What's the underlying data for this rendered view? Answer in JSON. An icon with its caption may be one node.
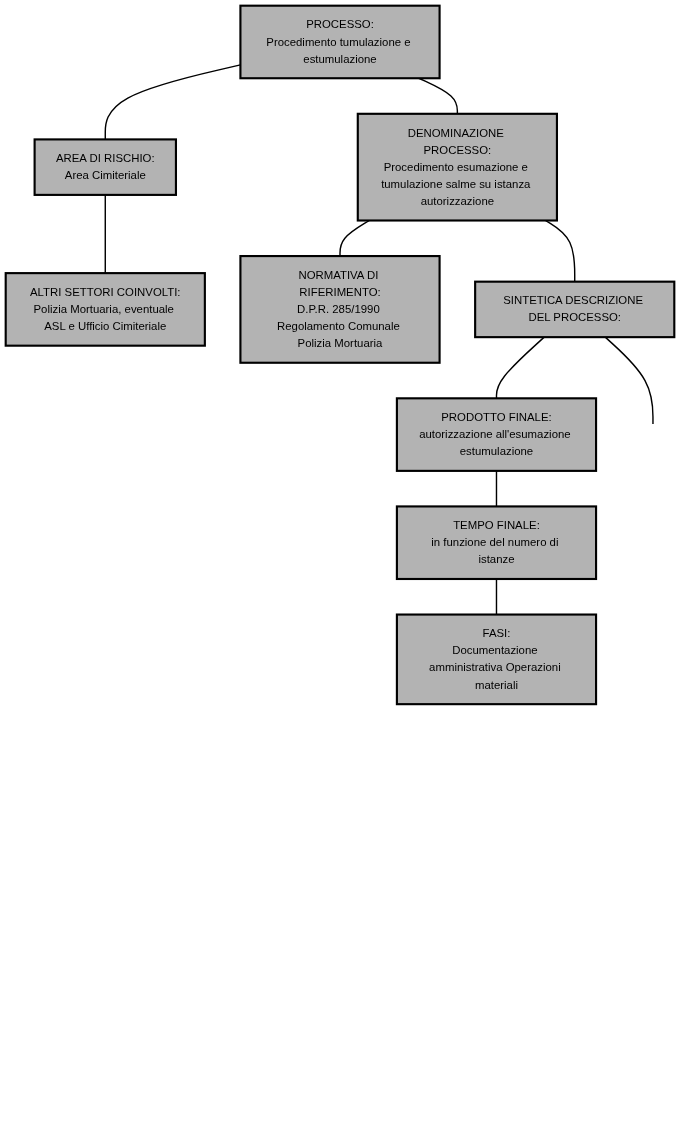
{
  "diagram": {
    "nodes": [
      {
        "text": [
          "PROCESSO:",
          "Procedimento tumulazione e estumulazione"
        ]
      },
      {
        "text": [
          "AREA DI RISCHIO:",
          "Area Cimiteriale"
        ]
      },
      {
        "text": [
          "ALTRI SETTORI COINVOLTI:",
          "Polizia Mortuaria, eventuale ASL e Ufficio Cimiteriale"
        ]
      },
      {
        "text": [
          "DENOMINAZIONE PROCESSO:",
          "Procedimento esumazione e tumulazione salme su istanza autorizzazione"
        ]
      },
      {
        "text": [
          "NORMATIVA DI RIFERIMENTO:",
          "D.P.R. 285/1990 Regolamento Comunale Polizia Mortuaria"
        ]
      },
      {
        "text": [
          "SINTETICA DESCRIZIONE DEL PROCESSO:"
        ]
      },
      {
        "text": [
          "PRODOTTO FINALE:",
          "autorizzazione all'esumazione estumulazione"
        ]
      },
      {
        "text": [
          "TEMPO FINALE:",
          "in funzione del numero di istanze"
        ]
      },
      {
        "text": [
          "FASI:",
          "Documentazione amministrativa Operazioni materiali"
        ]
      }
    ],
    "edges": [
      {
        "from": 0,
        "to": 1,
        "arrow": "none"
      },
      {
        "from": 1,
        "to": 2,
        "arrow": "none"
      },
      {
        "from": 0,
        "to": 3,
        "arrow": "none"
      },
      {
        "from": 3,
        "to": 4,
        "arrow": "none"
      },
      {
        "from": 3,
        "to": 5,
        "arrow": "none"
      },
      {
        "from": 5,
        "to": 6,
        "arrow": "none"
      },
      {
        "from": 6,
        "to": 7,
        "arrow": "none"
      },
      {
        "from": 7,
        "to": 8,
        "arrow": "none"
      },
      {
        "from": 5,
        "to": null,
        "arrow": "none"
      }
    ]
  }
}
